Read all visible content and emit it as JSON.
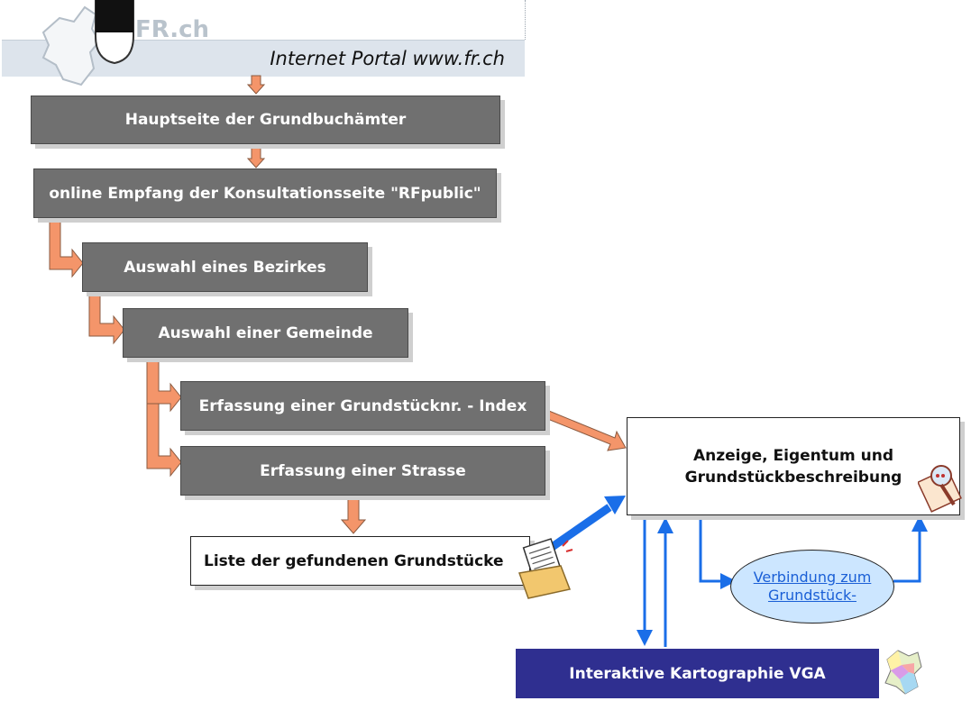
{
  "header": {
    "logo_text": "FR.ch",
    "banner_text": "Internet Portal www.fr.ch"
  },
  "flow": {
    "main_page": "Hauptseite der Grundbuchämter",
    "consultation_page": "online Empfang der Konsultationsseite \"RFpublic\"",
    "select_district": "Auswahl eines Bezirkes",
    "select_municipality": "Auswahl einer Gemeinde",
    "enter_parcel_number": "Erfassung einer Grundstücknr. - Index",
    "enter_street": "Erfassung einer Strasse",
    "parcel_list": "Liste der gefundenen Grundstücke",
    "result_line1": "Anzeige, Eigentum  und",
    "result_line2": "Grundstückbeschreibung",
    "link_line1": "Verbindung zum",
    "link_line2": "Grundstück-",
    "cartography": "Interaktive Kartographie VGA"
  },
  "colors": {
    "box_gray": "#707070",
    "arrow_orange": "#f4956a",
    "arrow_blue": "#1a6ee8",
    "navy": "#2f2f90",
    "ellipse_fill": "#cce6ff",
    "banner": "#dde4ec"
  },
  "icons": [
    "fribourg-map-logo-icon",
    "fribourg-shield-icon",
    "folder-documents-icon",
    "document-magnifier-icon",
    "colored-map-icon"
  ]
}
